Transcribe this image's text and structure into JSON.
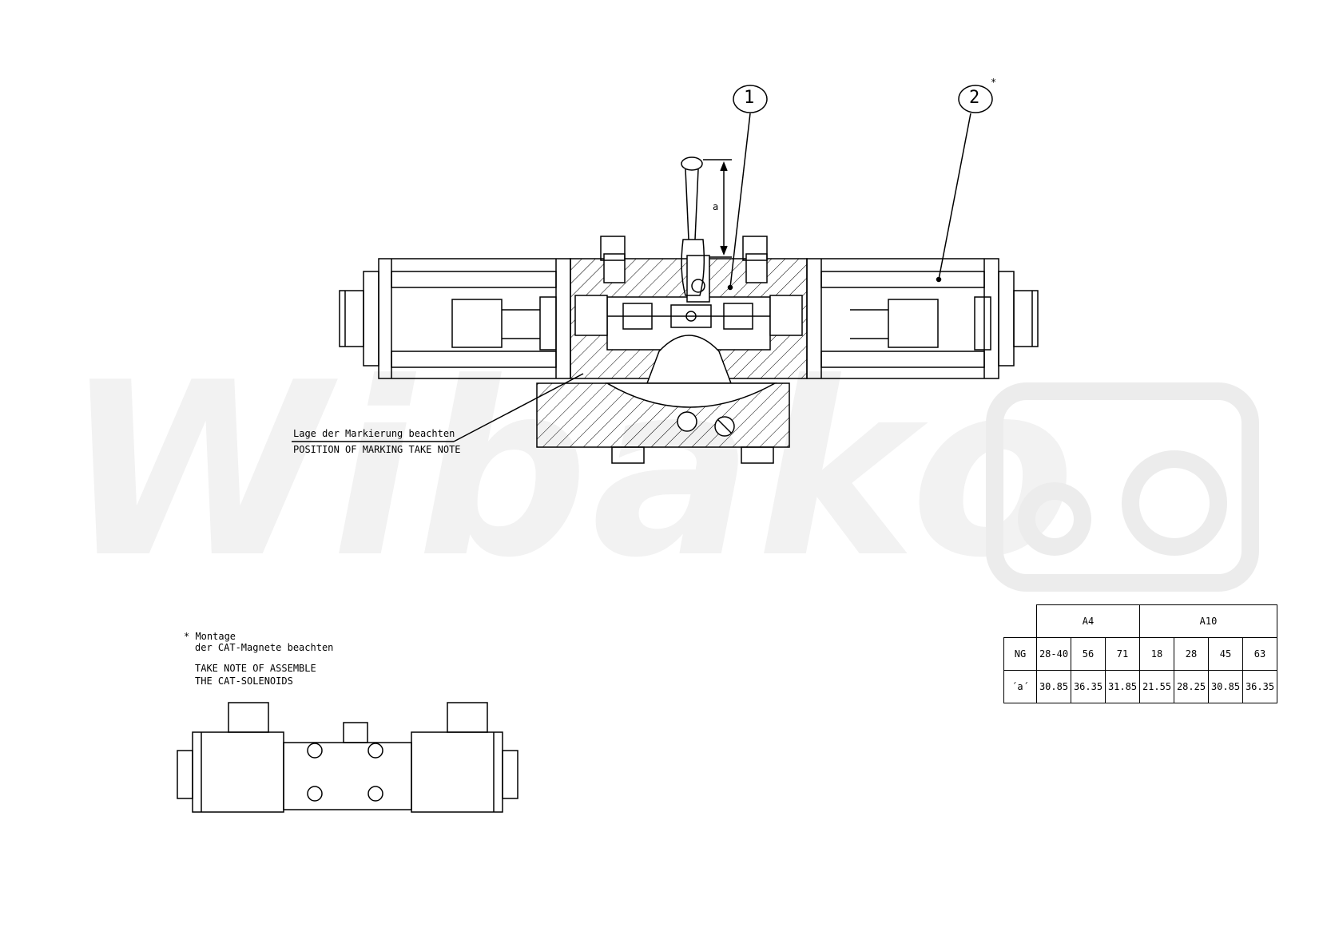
{
  "watermark": {
    "text": "Wibako",
    "logo": "tractor-logo"
  },
  "balloons": {
    "item1": "1",
    "item2": "2",
    "item2_star": "*"
  },
  "dimension": {
    "label": "a"
  },
  "marking_note": {
    "line1": "Lage der Markierung beachten",
    "line2": "POSITION OF MARKING TAKE NOTE"
  },
  "assembly_note": {
    "star_line": "* Montage",
    "line2": "der CAT-Magnete beachten",
    "line3": "TAKE NOTE OF ASSEMBLE",
    "line4": "THE CAT-SOLENOIDS"
  },
  "table": {
    "groups": [
      {
        "label": "A4"
      },
      {
        "label": "A10"
      }
    ],
    "row_labels": {
      "size": "NG",
      "dim": "´a´"
    },
    "sizes": [
      "28-40",
      "56",
      "71",
      "18",
      "28",
      "45",
      "63"
    ],
    "values": [
      "30.85",
      "36.35",
      "31.85",
      "21.55",
      "28.25",
      "30.85",
      "36.35"
    ]
  },
  "colors": {
    "line": "#000000",
    "watermark": "#f2f2f2"
  }
}
